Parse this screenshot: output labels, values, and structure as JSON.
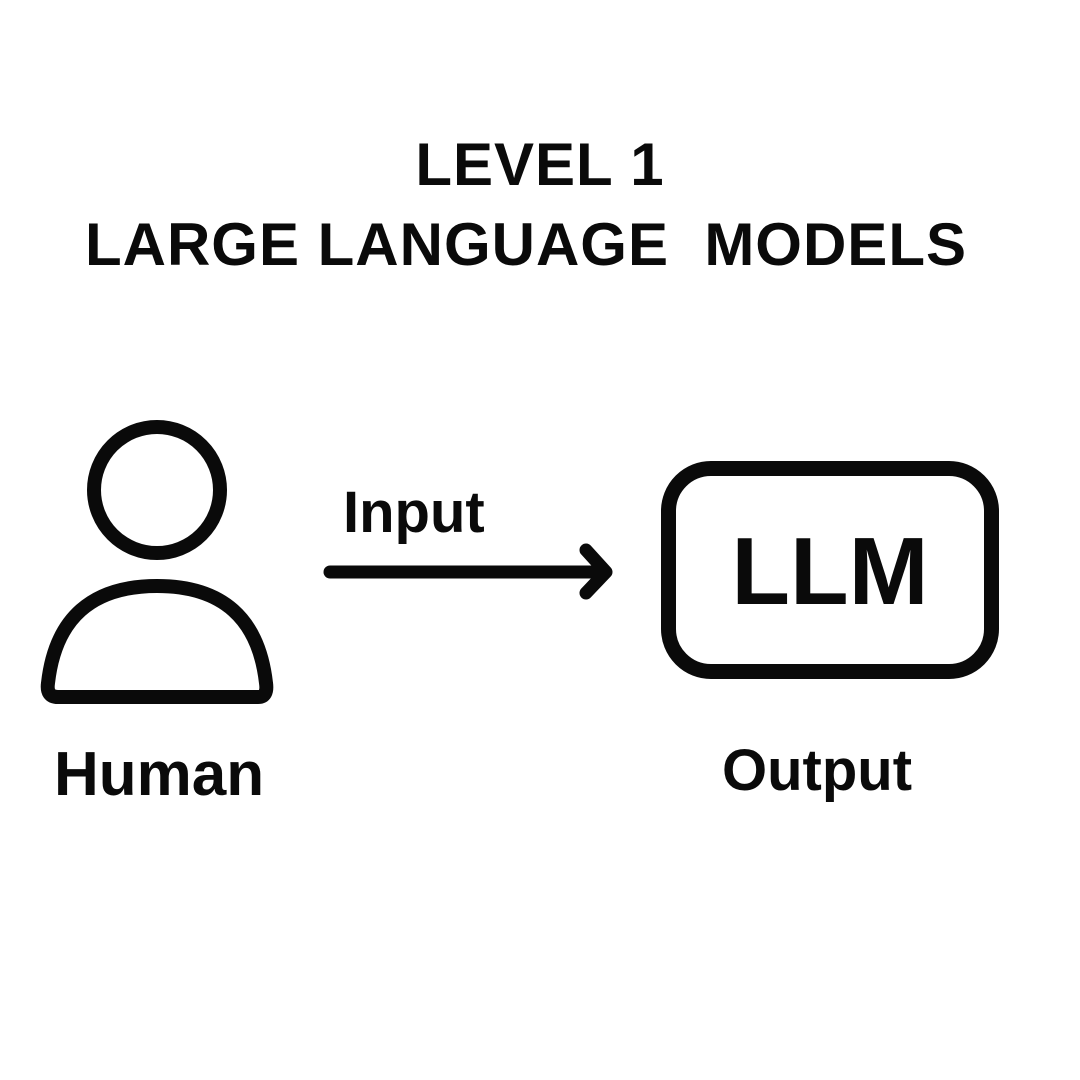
{
  "title": {
    "line1": "LEVEL 1",
    "line2": "LARGE LANGUAGE  MODELS"
  },
  "human": {
    "icon": "person-icon",
    "label": "Human"
  },
  "arrow": {
    "icon": "arrow-right-icon",
    "label": "Input"
  },
  "llm": {
    "box_text": "LLM",
    "label": "Output"
  },
  "colors": {
    "background": "#ffffff",
    "ink": "#0a0a0a"
  }
}
